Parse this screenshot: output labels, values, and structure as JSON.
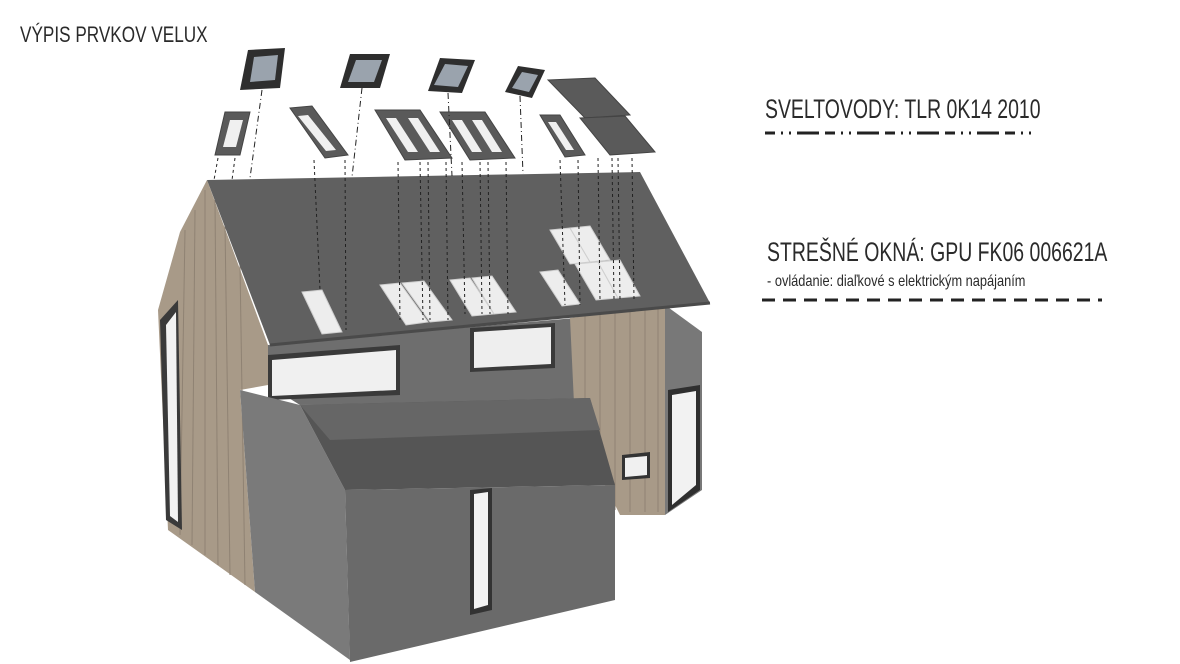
{
  "title": "VÝPIS PRVKOV VELUX",
  "legend": [
    {
      "label": "SVELTOVODY: TLR 0K14 2010",
      "line_style": "dash-dot-dot"
    },
    {
      "label": "STREŠNÉ OKNÁ: GPU FK06 006621A",
      "note": "- ovládanie: diaľkové  s elektrickým napájaním",
      "line_style": "dashed"
    }
  ],
  "colors": {
    "roof": "#5f5f5f",
    "wall": "#707070",
    "wood": "#a89a88",
    "frame": "#4a4a4a",
    "glass": "#e8e8e8"
  }
}
